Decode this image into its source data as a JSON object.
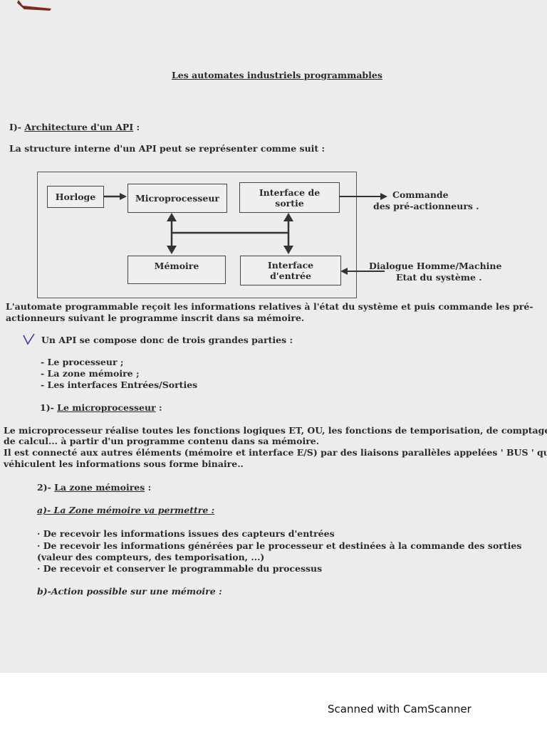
{
  "title": "Les automates industriels programmables",
  "section1": {
    "heading_num": "I)- ",
    "heading": "Architecture d'un API",
    "heading_end": " :",
    "intro": "La structure interne d'un API peut se représenter comme suit :"
  },
  "diagram": {
    "horloge": "Horloge",
    "microprocesseur": "Microprocesseur",
    "interface_sortie": [
      "Interface de",
      "sortie"
    ],
    "memoire": "Mémoire",
    "interface_entree": [
      "Interface",
      "d'entrée"
    ],
    "commande": [
      "Commande",
      "des pré-actionneurs ."
    ],
    "dialogue": [
      "Dialogue Homme/Machine",
      "Etat du système ."
    ]
  },
  "paragraph1": [
    "L'automate programmable reçoit les informations relatives à l'état du système et puis commande les pré-",
    "actionneurs suivant le programme inscrit dans sa mémoire."
  ],
  "parts_intro": "Un API se compose donc de trois grandes parties :",
  "parts": [
    "- Le processeur ;",
    "- La zone mémoire ;",
    "- Les interfaces Entrées/Sorties"
  ],
  "sub1": {
    "num": "1)- ",
    "heading": "Le microprocesseur",
    "end": " :"
  },
  "paragraph2": [
    "Le microprocesseur réalise toutes les fonctions logiques ET, OU, les fonctions de temporisation, de comptage,",
    "de calcul... à partir d'un programme contenu dans sa mémoire.",
    "Il est connecté aux autres éléments (mémoire et interface E/S) par des liaisons parallèles appelées ' BUS ' qui",
    "véhiculent les informations sous forme binaire.."
  ],
  "sub2": {
    "num": "2)- ",
    "heading": "La zone mémoires",
    "end": " :"
  },
  "sub2a": "a)- La Zone mémoire va permettre :",
  "bullets": [
    "· De recevoir les informations issues des capteurs d'entrées",
    "· De recevoir les informations générées par le processeur et destinées à la commande des sorties",
    "(valeur des compteurs, des temporisation, ...)",
    "· De recevoir et conserver le programmable du processus"
  ],
  "sub2b": "b)-Action possible sur une mémoire :",
  "footer": "Scanned with CamScanner",
  "colors": {
    "paper": "#ececec",
    "ink": "#2a2a2e",
    "checkmark": "#3a3aa0"
  }
}
